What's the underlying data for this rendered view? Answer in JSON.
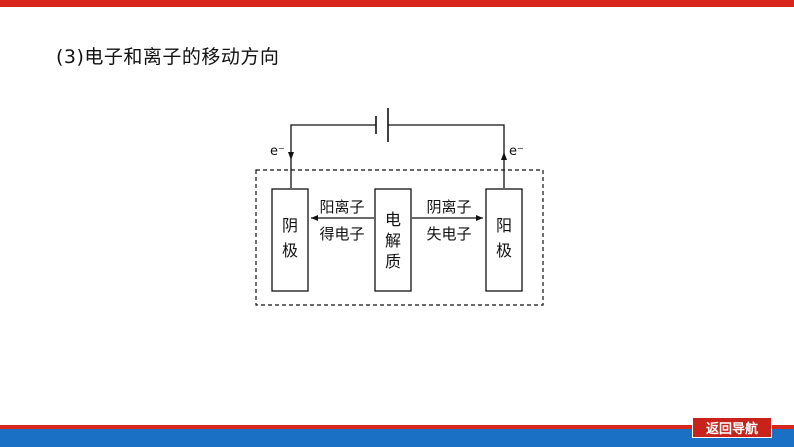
{
  "heading": "(3)电子和离子的移动方向",
  "diagram": {
    "electron_left": "e⁻",
    "electron_right": "e⁻",
    "cathode": [
      "阴",
      "极"
    ],
    "anode": [
      "阳",
      "极"
    ],
    "electrolyte": [
      "电",
      "解",
      "质"
    ],
    "left_label_top": "阳离子",
    "left_label_bottom": "得电子",
    "right_label_top": "阴离子",
    "right_label_bottom": "失电子"
  },
  "nav": {
    "back_label": "返回导航"
  },
  "colors": {
    "top_bar": "#d9261c",
    "bottom_bar": "#1a70c4",
    "nav_button": "#c8231a"
  }
}
